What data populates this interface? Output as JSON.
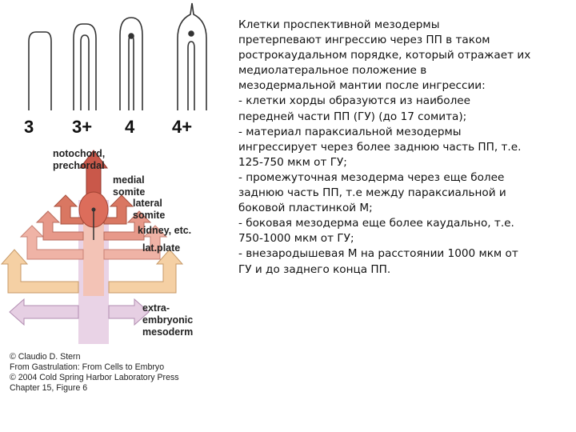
{
  "stages": [
    "3",
    "3+",
    "4",
    "4+"
  ],
  "fates": {
    "notochord": "notochord,",
    "prechordal": "prechordal",
    "medial_somite_1": "medial",
    "medial_somite_2": "somite",
    "lateral_somite_1": "lateral",
    "lateral_somite_2": "somite",
    "kidney": "kidney, etc.",
    "lat_plate": "lat.plate",
    "extraembryonic_1": "extra-",
    "extraembryonic_2": "embryonic",
    "extraembryonic_3": "mesoderm"
  },
  "credits": [
    "© Claudio D. Stern",
    "From Gastrulation: From Cells to Embryo",
    "© 2004  Cold Spring Harbor Laboratory Press",
    "Chapter 15, Figure 6"
  ],
  "paragraph": [
    "Клетки проспективной мезодермы",
    "претерпевают ингрессию через ПП в таком",
    "ростро­каудальном порядке, который отражает их",
    "медиолатеральное положение в",
    "мезодермальной мантии после ингрессии:",
    "- клетки хорды образуются из наиболее",
    "передней части ПП (ГУ) (до 17 сомита);",
    "- материал параксиальной мезодермы",
    "ингрессирует через более заднюю часть ПП, т.е.",
    "125-750 мкм от ГУ;",
    "- промежуточная мезодерма через еще более",
    "заднюю часть ПП, т.е между параксиальной и",
    "боковой пластинкой М;",
    "- боковая мезодерма еще более каудально, т.е.",
    "750-1000 мкм от ГУ;",
    "- внезародышевая М  на расстоянии 1000 мкм от",
    "ГУ и до заднего конца ПП."
  ],
  "colors": {
    "notochord": "#c9584a",
    "medial_somite": "#d97762",
    "lateral_somite": "#e7998a",
    "kidney": "#efb3a6",
    "lat_plate": "#f5d0a4",
    "extraembryonic": "#e6cfe3"
  }
}
